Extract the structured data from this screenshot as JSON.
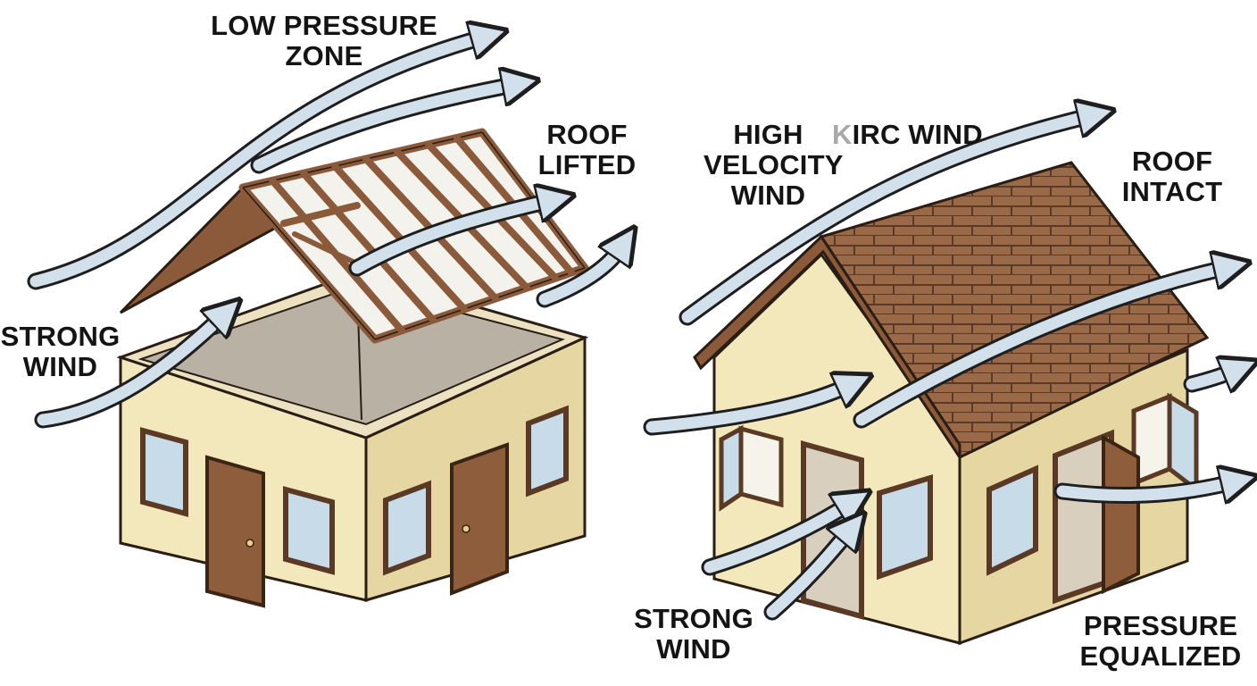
{
  "labels": {
    "low_pressure_zone": "LOW PRESSURE\nZONE",
    "roof_lifted": "ROOF\nLIFTED",
    "strong_wind_left": "STRONG\nWIND",
    "high_velocity_wind": "HIGH\nVELOCITY\nWIND",
    "kirc_wind_first": "K",
    "kirc_wind_rest": "IRC WIND",
    "roof_intact": "ROOF\nINTACT",
    "strong_wind_right": "STRONG\nWIND",
    "pressure_equalized": "PRESSURE\nEQUALIZED"
  },
  "colors": {
    "wall_light": "#f3e8bb",
    "wall_shade": "#e6d6a2",
    "wood": "#8a5a3a",
    "shingle": "#9a6a48",
    "door": "#8e5e3c",
    "glass": "#c7dbe8",
    "wind_arrow": "#d2e0eb",
    "outline": "#2a1d14"
  },
  "icons": {
    "wind": "wind-arrow-icon"
  }
}
